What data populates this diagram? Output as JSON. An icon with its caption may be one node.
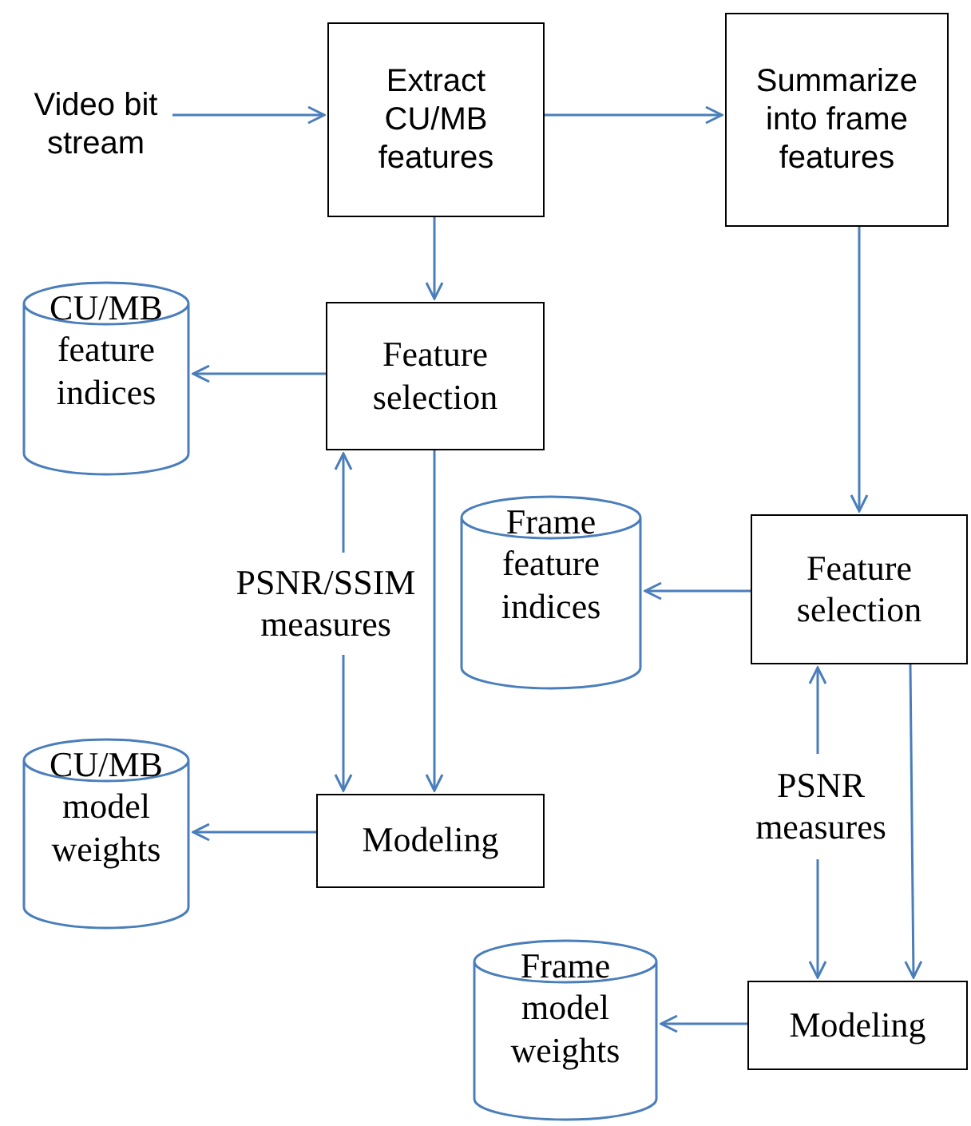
{
  "diagram": {
    "nodes": [
      {
        "text": [
          "Video bit stream"
        ]
      },
      {
        "text": [
          "Extract CU/MB features"
        ]
      },
      {
        "text": [
          "Summarize into frame features"
        ]
      },
      {
        "text": [
          "Feature selection"
        ]
      },
      {
        "text": [
          "CU/MB feature indices"
        ]
      },
      {
        "text": [
          "PSNR/SSIM measures"
        ]
      },
      {
        "text": [
          "Modeling"
        ]
      },
      {
        "text": [
          "CU/MB model weights"
        ]
      },
      {
        "text": [
          "Frame feature indices"
        ]
      },
      {
        "text": [
          "Feature selection"
        ]
      },
      {
        "text": [
          "PSNR measures"
        ]
      },
      {
        "text": [
          "Frame model weights"
        ]
      },
      {
        "text": [
          "Modeling"
        ]
      }
    ],
    "edges": [
      {
        "from": 0,
        "to": 1,
        "arrow": "to"
      },
      {
        "from": 1,
        "to": 2,
        "arrow": "to"
      },
      {
        "from": 1,
        "to": 3,
        "arrow": "to"
      },
      {
        "from": 3,
        "to": 4,
        "arrow": "to"
      },
      {
        "from": 5,
        "to": 3,
        "arrow": "to"
      },
      {
        "from": 5,
        "to": 6,
        "arrow": "to"
      },
      {
        "from": 3,
        "to": 6,
        "arrow": "to"
      },
      {
        "from": 6,
        "to": 7,
        "arrow": "to"
      },
      {
        "from": 2,
        "to": 9,
        "arrow": "to"
      },
      {
        "from": 9,
        "to": 8,
        "arrow": "to"
      },
      {
        "from": 10,
        "to": 9,
        "arrow": "to"
      },
      {
        "from": 10,
        "to": 12,
        "arrow": "to"
      },
      {
        "from": 9,
        "to": 12,
        "arrow": "to"
      },
      {
        "from": 12,
        "to": 11,
        "arrow": "to"
      }
    ]
  }
}
